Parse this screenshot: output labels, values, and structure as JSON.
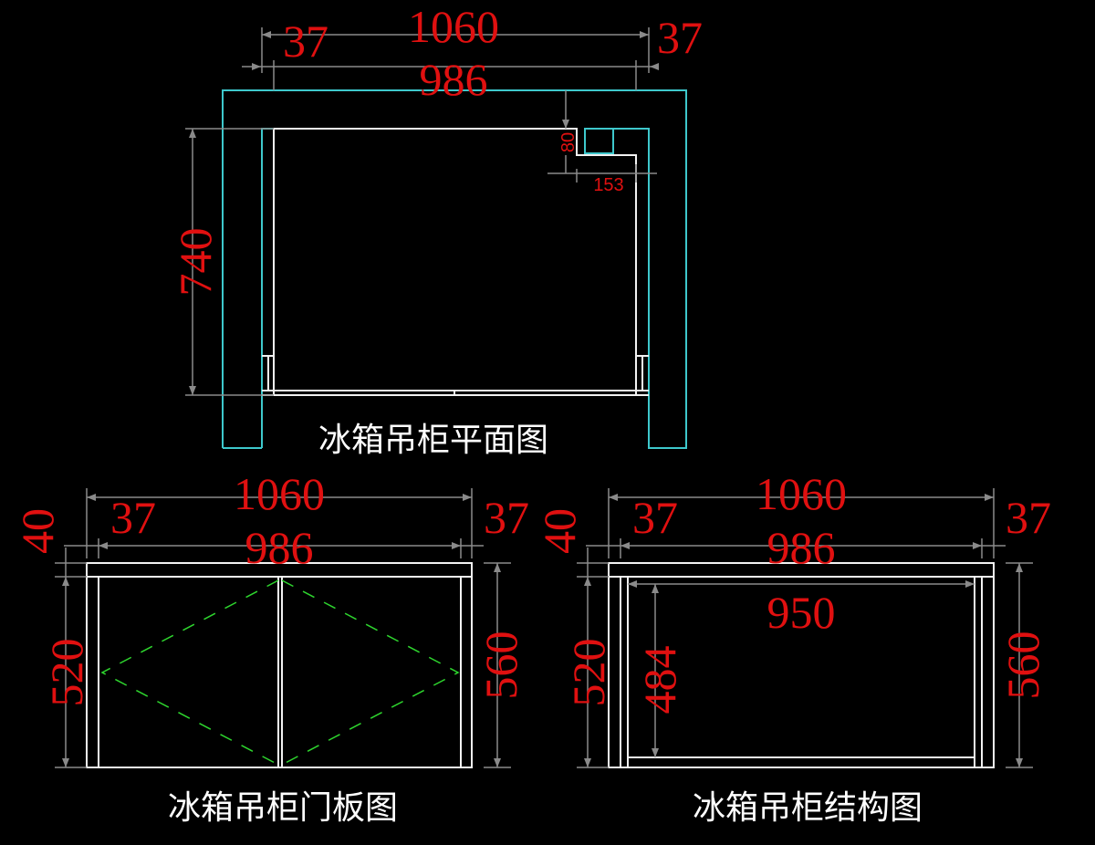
{
  "plan_view": {
    "title": "冰箱吊柜平面图",
    "dim_total_width": "1060",
    "dim_inner_width": "986",
    "dim_side_left": "37",
    "dim_side_right": "37",
    "dim_depth": "740",
    "dim_notch_depth": "80",
    "dim_notch_width": "153"
  },
  "door_view": {
    "title": "冰箱吊柜门板图",
    "dim_total_width": "1060",
    "dim_inner_width": "986",
    "dim_side_left": "37",
    "dim_side_right": "37",
    "dim_top": "40",
    "dim_door_height": "520",
    "dim_total_height": "560"
  },
  "structure_view": {
    "title": "冰箱吊柜结构图",
    "dim_total_width": "1060",
    "dim_inner_width": "986",
    "dim_side_left": "37",
    "dim_side_right": "37",
    "dim_top": "40",
    "dim_door_height": "520",
    "dim_total_height": "560",
    "dim_clear_width": "950",
    "dim_clear_height": "484"
  },
  "colors": {
    "background": "#000000",
    "dimension": "#e01010",
    "outline": "#3ec8cc",
    "line": "#f2f2f2",
    "door_swing": "#2ed62e"
  }
}
